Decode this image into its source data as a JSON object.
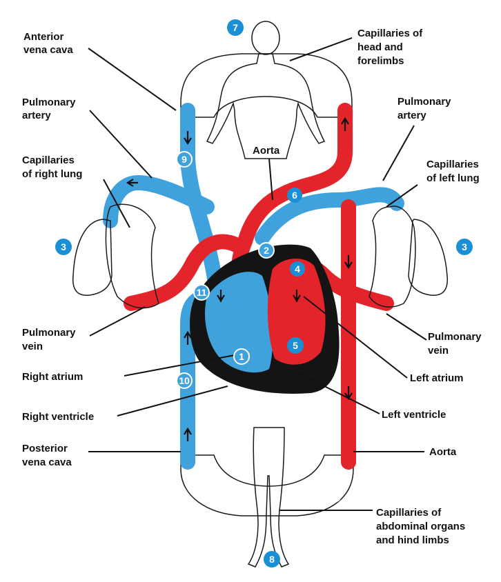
{
  "labels": {
    "anterior_vena_cava": [
      "Anterior",
      "vena cava"
    ],
    "capillaries_head": [
      "Capillaries of",
      "head and",
      "forelimbs"
    ],
    "pulmonary_artery_left": [
      "Pulmonary",
      "artery"
    ],
    "pulmonary_artery_right": [
      "Pulmonary",
      "artery"
    ],
    "capillaries_right_lung": [
      "Capillaries",
      "of right lung"
    ],
    "capillaries_left_lung": [
      "Capillaries",
      "of left lung"
    ],
    "aorta_top": "Aorta",
    "pulmonary_vein_left": [
      "Pulmonary",
      "vein"
    ],
    "pulmonary_vein_right": [
      "Pulmonary",
      "vein"
    ],
    "right_atrium": "Right atrium",
    "left_atrium": "Left atrium",
    "right_ventricle": "Right ventricle",
    "left_ventricle": "Left ventricle",
    "posterior_vena_cava": [
      "Posterior",
      "vena cava"
    ],
    "aorta_bottom": "Aorta",
    "capillaries_abdominal": [
      "Capillaries of",
      "abdominal organs",
      "and hind limbs"
    ]
  },
  "steps": {
    "s1": "1",
    "s2": "2",
    "s3_left": "3",
    "s3_right": "3",
    "s4": "4",
    "s5": "5",
    "s6": "6",
    "s7": "7",
    "s8": "8",
    "s9": "9",
    "s10": "10",
    "s11": "11"
  },
  "colors": {
    "deoxygenated": "#3fa2dd",
    "oxygenated": "#e3242b",
    "lung": "#f6bedd",
    "skin": "#f9d7a8",
    "heart_wall": "#141414",
    "step_badge": "#1b8fd6"
  }
}
